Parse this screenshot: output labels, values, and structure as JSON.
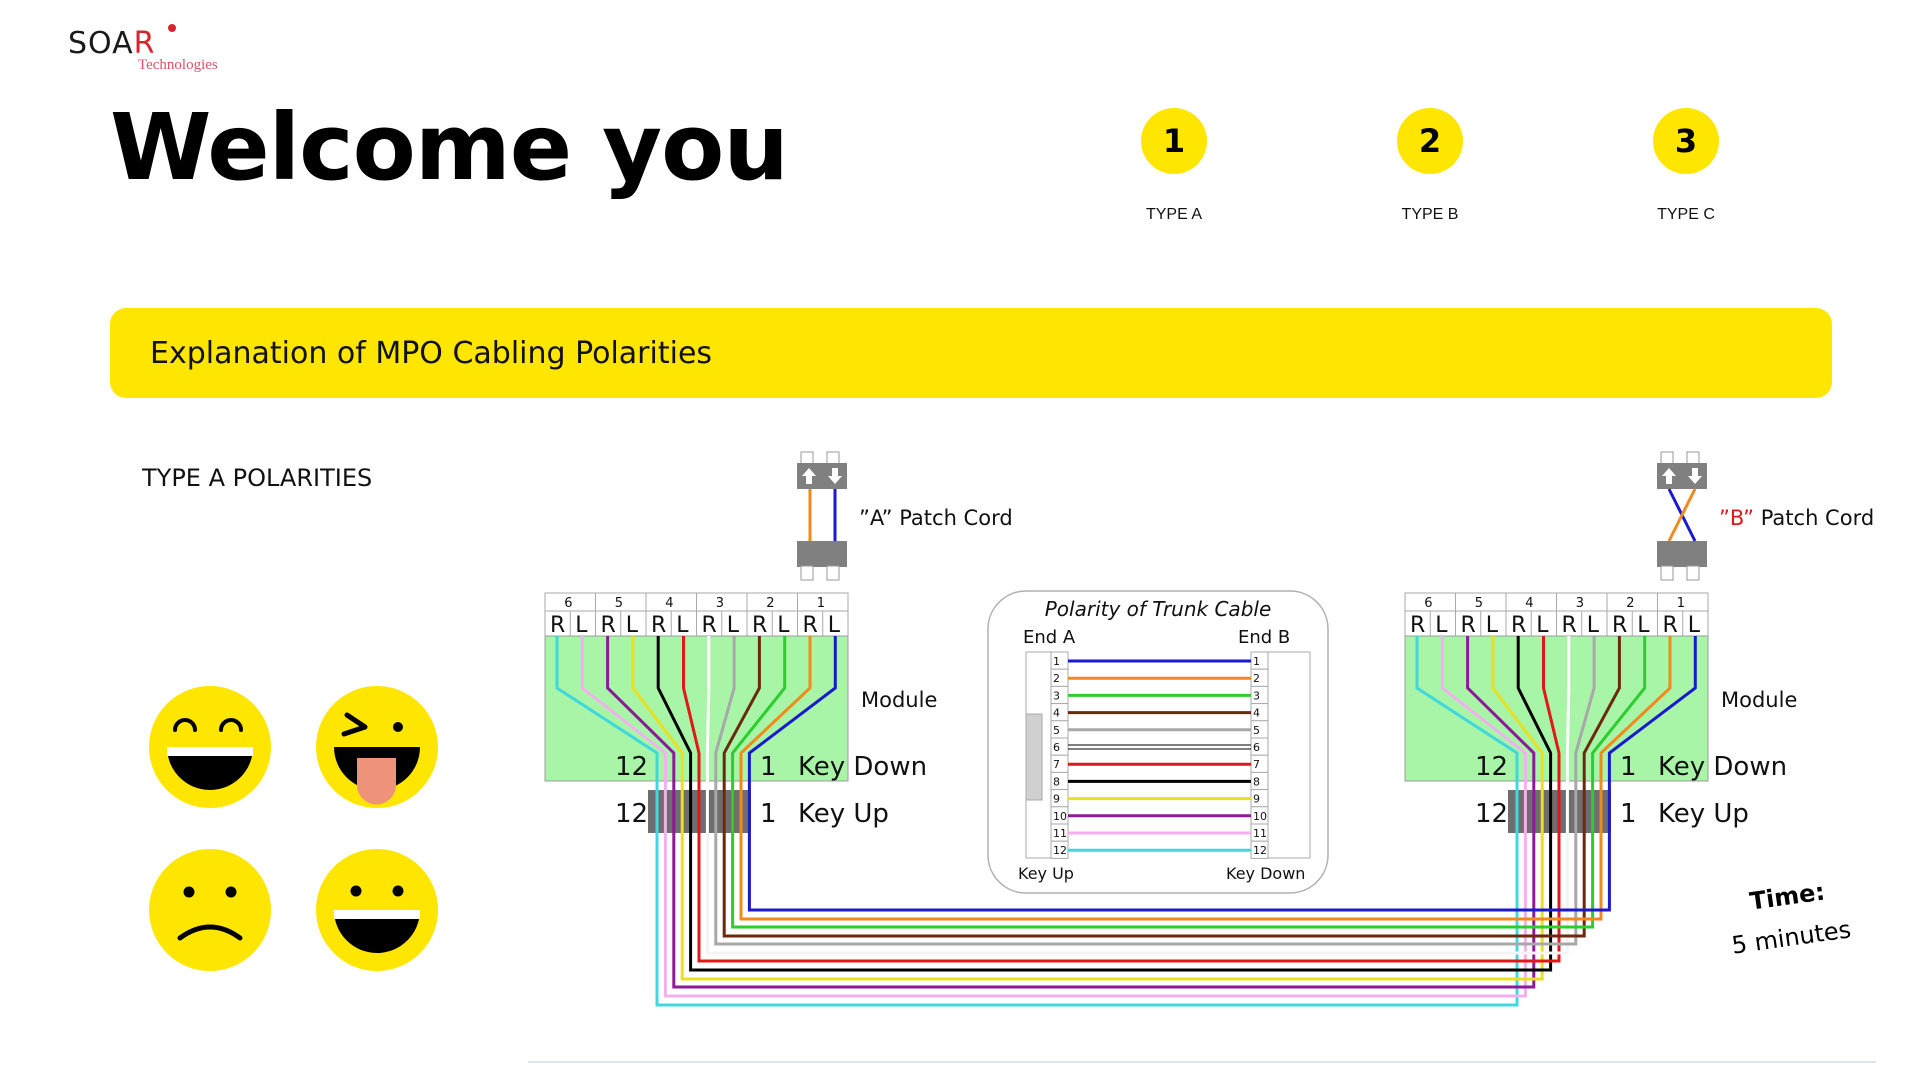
{
  "logo": {
    "brand": "SOA",
    "brand_r": "R",
    "tagline": "Technologies",
    "brand_color": "#1a1a1a",
    "accent_color": "#d8242f"
  },
  "header": {
    "title": "Welcome you"
  },
  "steps": [
    {
      "number": "1",
      "label": "TYPE A"
    },
    {
      "number": "2",
      "label": "TYPE B"
    },
    {
      "number": "3",
      "label": "TYPE C"
    }
  ],
  "banner": {
    "text": "Explanation of MPO Cabling Polarities",
    "color": "#FFE600"
  },
  "section": {
    "subtitle": "TYPE A POLARITIES"
  },
  "emojis": [
    {
      "name": "grinning-squint-icon"
    },
    {
      "name": "winking-tongue-icon"
    },
    {
      "name": "sad-face-icon"
    },
    {
      "name": "big-smile-icon"
    }
  ],
  "diagram": {
    "fiber_colors": {
      "1": "#1a1acc",
      "2": "#f08a1c",
      "3": "#2ecc2e",
      "4": "#6b2a10",
      "5": "#a8a8a8",
      "6": "#ffffff",
      "7": "#e01818",
      "8": "#000000",
      "9": "#e8e020",
      "10": "#8e1a9a",
      "11": "#f4b0ee",
      "12": "#40d8dc"
    },
    "left_module": {
      "patch_cord_label_prefix": "”A”",
      "patch_cord_label": " Patch Cord",
      "module_label": "Module",
      "ports": [
        "6",
        "5",
        "4",
        "3",
        "2",
        "1"
      ],
      "port_sides": [
        "R",
        "L"
      ],
      "key_down": "Key Down",
      "key_up": "Key Up",
      "pos_high": "12",
      "pos_low": "1",
      "patch_crossed": false
    },
    "right_module": {
      "patch_cord_label_prefix": "”B”",
      "patch_cord_label": " Patch Cord",
      "prefix_color": "#e01818",
      "module_label": "Module",
      "ports": [
        "6",
        "5",
        "4",
        "3",
        "2",
        "1"
      ],
      "port_sides": [
        "R",
        "L"
      ],
      "key_down": "Key Down",
      "key_up": "Key Up",
      "pos_high": "12",
      "pos_low": "1",
      "patch_crossed": true
    },
    "trunk_box": {
      "title": "Polarity of Trunk Cable",
      "end_a": "End A",
      "end_b": "End B",
      "key_up": "Key Up",
      "key_down": "Key Down",
      "positions": [
        "1",
        "2",
        "3",
        "4",
        "5",
        "6",
        "7",
        "8",
        "9",
        "10",
        "11",
        "12"
      ],
      "mapping": "straight"
    },
    "module_fiber_order": [
      "12",
      "11",
      "10",
      "9",
      "8",
      "7",
      "6",
      "5",
      "4",
      "3",
      "2",
      "1"
    ]
  },
  "timer": {
    "label": "Time:",
    "value": "5 minutes"
  }
}
